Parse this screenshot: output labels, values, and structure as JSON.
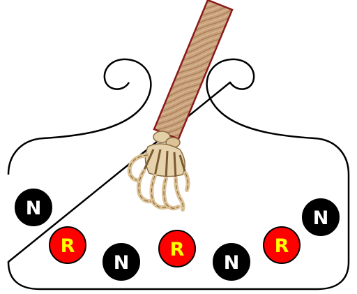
{
  "board": {
    "tokens": [
      {
        "label": "N",
        "kind": "N"
      },
      {
        "label": "R",
        "kind": "R"
      },
      {
        "label": "N",
        "kind": "N"
      },
      {
        "label": "R",
        "kind": "R"
      },
      {
        "label": "N",
        "kind": "N"
      },
      {
        "label": "R",
        "kind": "R"
      },
      {
        "label": "N",
        "kind": "N"
      }
    ],
    "colors": {
      "N_fill": "#000000",
      "N_text": "#ffffff",
      "R_fill": "#ff0000",
      "R_text": "#ffff00",
      "outline": "#000000",
      "stick": "#c8a07a",
      "stick_border": "#8b1a1a"
    },
    "claw": {
      "icon": "skeleton-hand-icon"
    }
  }
}
